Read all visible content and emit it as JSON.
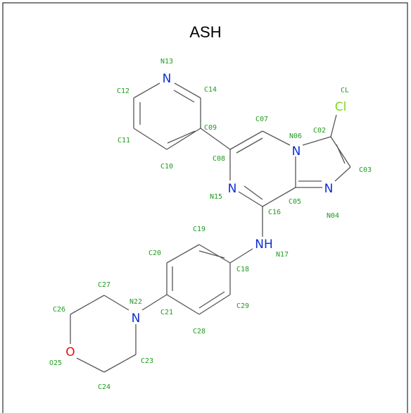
{
  "title": "ASH",
  "colors": {
    "nitrogen": "#0b2fd6",
    "oxygen": "#e0101a",
    "chlorine": "#7fd61f",
    "atom_id": "#1f9b1f",
    "bond": "#555555",
    "frame": "#000000"
  },
  "atoms": {
    "N13": "N",
    "N06": "N",
    "N04": "N",
    "N15": "N",
    "N17": "NH",
    "N22": "N",
    "O25": "O",
    "CL": "Cl"
  },
  "atom_ids": [
    "N13",
    "C12",
    "C14",
    "C11",
    "C09",
    "C10",
    "C07",
    "C08",
    "N06",
    "C02",
    "CL",
    "C03",
    "N15",
    "C05",
    "N04",
    "C16",
    "C19",
    "N17",
    "C20",
    "C18",
    "C27",
    "N22",
    "C21",
    "C29",
    "C26",
    "C28",
    "O25",
    "C23",
    "C24"
  ]
}
